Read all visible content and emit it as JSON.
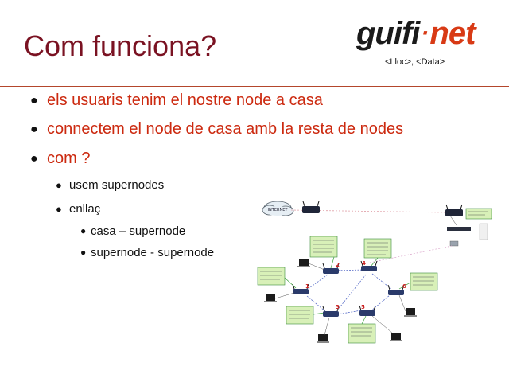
{
  "slide": {
    "title": "Com funciona?",
    "logo": {
      "left": "guifi",
      "dot": "·",
      "right": "net"
    },
    "subtitle": "<Lloc>, <Data>"
  },
  "bullets": [
    {
      "text": "els usuaris tenim el nostre node a casa"
    },
    {
      "text": "connectem el node de casa amb la resta de nodes"
    },
    {
      "text": "com  ?"
    }
  ],
  "sub_bullets": [
    {
      "text": "usem supernodes"
    },
    {
      "text": "enllaç"
    }
  ],
  "sub_sub_bullets": [
    {
      "text": "casa – supernode"
    },
    {
      "text": "supernode - supernode"
    }
  ],
  "diagram": {
    "cloud_label": "INTERNET",
    "node_numbers": [
      "1",
      "2",
      "3",
      "4",
      "5",
      "6"
    ]
  },
  "colors": {
    "title": "#7a1222",
    "accent": "#cc2a10",
    "rule": "#b4462c",
    "logo_net": "#d83a15"
  }
}
